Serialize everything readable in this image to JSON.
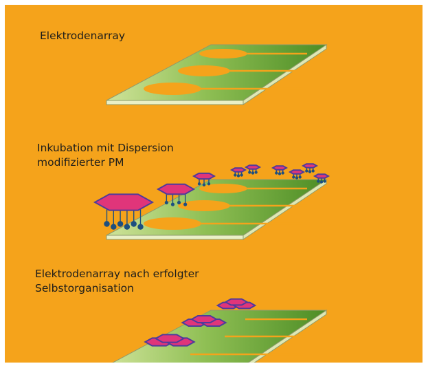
{
  "colors": {
    "background": "#f5a31b",
    "board_top": "#a8cd6e",
    "board_dark": "#5f9a2c",
    "board_side": "#eaf0c6",
    "board_edge": "#8d9b6d",
    "electrode": "#f5a31b",
    "membrane": "#e0357a",
    "membrane_rim": "#4f3b9b",
    "linker": "#1d4f7f",
    "text": "#1d1d1b"
  },
  "steps": [
    {
      "lines": [
        "Elektrodenarray"
      ]
    },
    {
      "lines": [
        "Inkubation mit Dispersion",
        "modifizierter PM"
      ]
    },
    {
      "lines": [
        "Elektrodenarray nach erfolgter",
        "Selbstorganisation"
      ]
    }
  ]
}
